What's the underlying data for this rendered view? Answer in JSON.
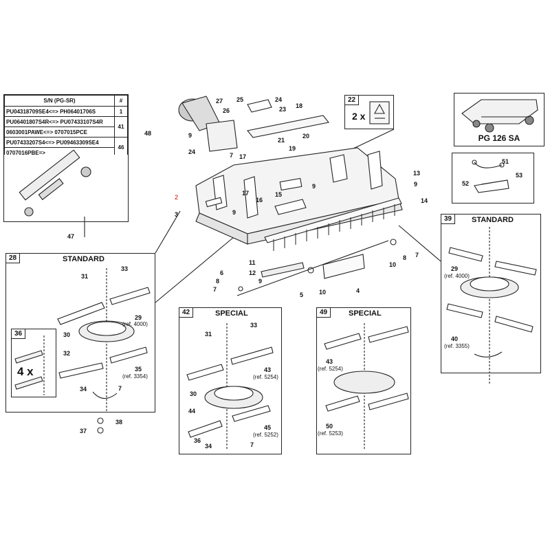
{
  "sn_table": {
    "header": [
      "S/N (PG-SR)",
      "#"
    ],
    "rows": [
      {
        "serials": "PU04318709SE4<=> PH06401706S",
        "num": "1"
      },
      {
        "serials": "PU06401807S4R<=> PU07433107S4R",
        "num": "41"
      },
      {
        "serials": "0603001PAWE<=> 0707015PCE",
        "num": ""
      },
      {
        "serials": "PU07433207S4<=> PU09463309SE4",
        "num": "46"
      },
      {
        "serials": "0707016PBE=>",
        "num": ""
      }
    ]
  },
  "pg_model": "PG 126 SA",
  "box22": {
    "num": "22",
    "mult": "2 x"
  },
  "box28": {
    "num": "28",
    "title": "STANDARD"
  },
  "box36": {
    "num": "36",
    "mult": "4 x"
  },
  "box39": {
    "num": "39",
    "title": "STANDARD"
  },
  "box42": {
    "num": "42",
    "title": "SPECIAL"
  },
  "box49": {
    "num": "49",
    "title": "SPECIAL"
  },
  "main_labels": {
    "l2": "2",
    "l3": "3",
    "l4": "4",
    "l5": "5",
    "l6": "6",
    "l7a": "7",
    "l7b": "7",
    "l7c": "7",
    "l8a": "8",
    "l8b": "8",
    "l9a": "9",
    "l9b": "9",
    "l9c": "9",
    "l9d": "9",
    "l9e": "9",
    "l10a": "10",
    "l10b": "10",
    "l11": "11",
    "l12": "12",
    "l13": "13",
    "l14": "14",
    "l15": "15",
    "l16": "16",
    "l17a": "17",
    "l17b": "17",
    "l18": "18",
    "l19": "19",
    "l20": "20",
    "l21": "21",
    "l23": "23",
    "l24a": "24",
    "l24b": "24",
    "l25": "25",
    "l26": "26",
    "l27": "27",
    "l47": "47",
    "l48": "48",
    "l51": "51",
    "l52": "52",
    "l53": "53"
  },
  "box28_labels": {
    "l31": "31",
    "l33": "33",
    "l29": "29",
    "ref29": "(ref. 4000)",
    "l30": "30",
    "l32": "32",
    "l35": "35",
    "ref35": "(ref. 3354)",
    "l34": "34",
    "l7": "7",
    "l38": "38",
    "l37": "37"
  },
  "box42_labels": {
    "l31": "31",
    "l33": "33",
    "l43": "43",
    "ref43": "(ref. 5254)",
    "l30": "30",
    "l44": "44",
    "l45": "45",
    "ref45": "(ref. 5252)",
    "l36": "36",
    "l34": "34",
    "l7": "7"
  },
  "box49_labels": {
    "l43": "43",
    "ref43": "(ref. 5254)",
    "l50": "50",
    "ref50": "(ref. 5253)"
  },
  "box39_labels": {
    "l29": "29",
    "ref29": "(ref. 4000)",
    "l40": "40",
    "ref40": "(ref. 3355)"
  }
}
